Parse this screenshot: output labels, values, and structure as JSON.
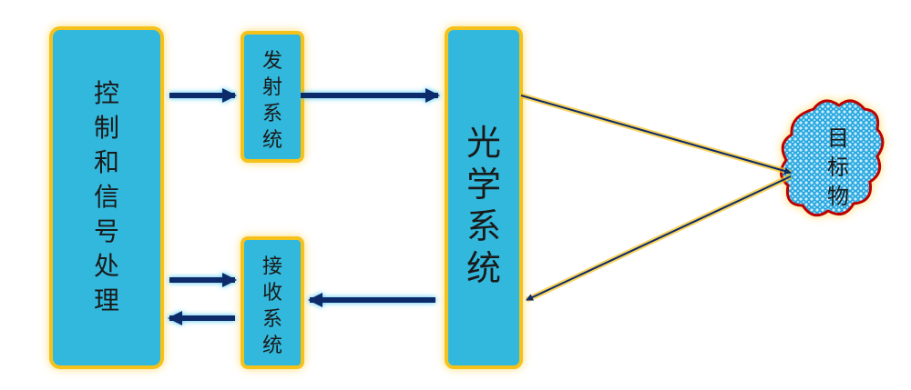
{
  "blocks": {
    "control": {
      "label": [
        "控",
        "制",
        "和",
        "信",
        "号",
        "处",
        "理"
      ]
    },
    "transmit": {
      "label": [
        "发",
        "射",
        "系",
        "统"
      ]
    },
    "receive": {
      "label": [
        "接",
        "收",
        "系",
        "统"
      ]
    },
    "optics": {
      "label": [
        "光",
        "学",
        "系",
        "统"
      ]
    },
    "target": {
      "label": [
        "目",
        "标",
        "物"
      ]
    }
  },
  "colors": {
    "box_fill": "#33b8dc",
    "box_border": "#f5c21b",
    "arrow": "#0d2a6b",
    "cloud_border": "#c00000"
  }
}
